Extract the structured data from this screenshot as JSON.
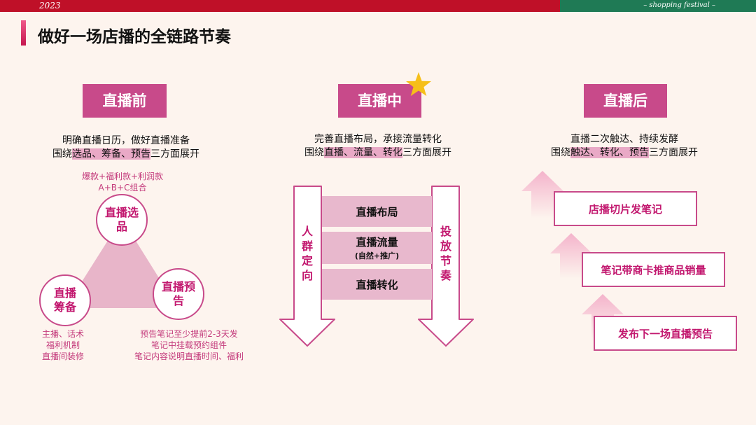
{
  "header": {
    "year": "2023",
    "festival": "– shopping festival –"
  },
  "page_title": "做好一场店播的全链路节奏",
  "stages": [
    {
      "label": "直播前",
      "line1": "明确直播日历，做好直播准备",
      "line2_pre": "围绕",
      "line2_hl": "选品、筹备、预告",
      "line2_post": "三方面展开"
    },
    {
      "label": "直播中",
      "line1": "完善直播布局，承接流量转化",
      "line2_pre": "围绕",
      "line2_hl": "直播、流量、转化",
      "line2_post": "三方面展开"
    },
    {
      "label": "直播后",
      "line1": "直播二次触达、持续发酵",
      "line2_pre": "围绕",
      "line2_hl": "触达、转化、预告",
      "line2_post": "三方面展开"
    }
  ],
  "before": {
    "product_note1": "爆款+福利款+利润款",
    "product_note2": "A+B+C组合",
    "circle_product_1": "直播选",
    "circle_product_2": "品",
    "circle_prep_1": "直播",
    "circle_prep_2": "筹备",
    "circle_preview_1": "直播预",
    "circle_preview_2": "告",
    "prep_notes": [
      "主播、话术",
      "福利机制",
      "直播间装修"
    ],
    "preview_notes": [
      "预告笔记至少提前2-3天发",
      "笔记中挂载预约组件",
      "笔记内容说明直播时间、福利"
    ]
  },
  "during": {
    "left_arrow": [
      "人",
      "群",
      "定",
      "向"
    ],
    "right_arrow": [
      "投",
      "放",
      "节",
      "奏"
    ],
    "band1": "直播布局",
    "band2": "直播流量",
    "band2_sub": "(自然+推广)",
    "band3": "直播转化"
  },
  "after": {
    "step1": "店播切片发笔记",
    "step2": "笔记带商卡推商品销量",
    "step3": "发布下一场直播预告"
  }
}
